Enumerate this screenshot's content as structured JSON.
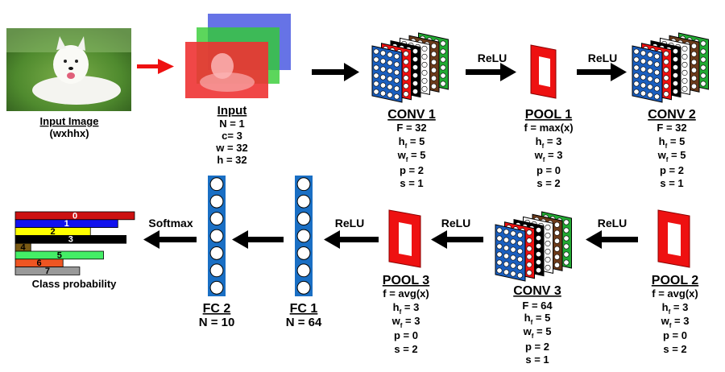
{
  "input_image": {
    "title": "Input Image",
    "size": "(wxhhx)"
  },
  "input": {
    "title": "Input",
    "params": [
      "N = 1",
      "c= 3",
      "w = 32",
      "h = 32"
    ],
    "channel_colors": [
      "#ee3333",
      "#33cc33",
      "#3344dd"
    ]
  },
  "conv1": {
    "title": "CONV 1",
    "params": [
      "F = 32",
      "h_f = 5",
      "w_f = 5",
      "p = 2",
      "s = 1"
    ]
  },
  "pool1": {
    "title": "POOL 1",
    "params": [
      "f = max(x)",
      "h_f = 3",
      "w_f = 3",
      "p = 0",
      "s = 2"
    ]
  },
  "conv2": {
    "title": "CONV 2",
    "params": [
      "F = 32",
      "h_f = 5",
      "w_f = 5",
      "p = 2",
      "s = 1"
    ]
  },
  "pool2": {
    "title": "POOL 2",
    "params": [
      "f = avg(x)",
      "h_f = 3",
      "w_f = 3",
      "p = 0",
      "s = 2"
    ]
  },
  "conv3": {
    "title": "CONV 3",
    "params": [
      "F = 64",
      "h_f = 5",
      "w_f = 5",
      "p = 2",
      "s = 1"
    ]
  },
  "pool3": {
    "title": "POOL 3",
    "params": [
      "f = avg(x)",
      "h_f = 3",
      "w_f = 3",
      "p = 0",
      "s = 2"
    ]
  },
  "fc1": {
    "title": "FC 1",
    "size": "N = 64"
  },
  "fc2": {
    "title": "FC 2",
    "size": "N = 10"
  },
  "activations": {
    "relu": "ReLU",
    "softmax": "Softmax"
  },
  "output": {
    "title": "Class probability",
    "bars": [
      {
        "label": "0",
        "value": 1.0,
        "color": "#cc1111"
      },
      {
        "label": "1",
        "value": 0.86,
        "color": "#1111ee"
      },
      {
        "label": "2",
        "value": 0.63,
        "color": "#ffff00"
      },
      {
        "label": "3",
        "value": 0.93,
        "color": "#000000"
      },
      {
        "label": "4",
        "value": 0.13,
        "color": "#7a5a14"
      },
      {
        "label": "5",
        "value": 0.74,
        "color": "#44ee66"
      },
      {
        "label": "6",
        "value": 0.4,
        "color": "#ee5522"
      },
      {
        "label": "7",
        "value": 0.54,
        "color": "#999999"
      }
    ]
  },
  "colors": {
    "arrow": "#000000",
    "input_arrow": "#ee1111",
    "pool_red": "#ee1111",
    "neuron_blue": "#1a6fc4",
    "feature_map_colors": [
      "#1a5fc0",
      "#ee1111",
      "#000000",
      "#ffffff",
      "#6b3a1a",
      "#22aa33"
    ]
  }
}
